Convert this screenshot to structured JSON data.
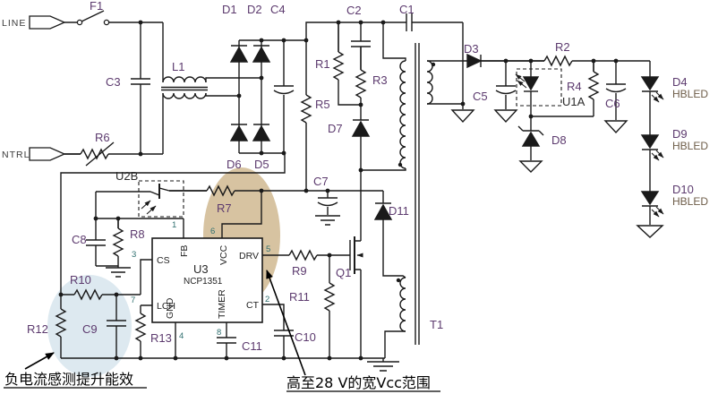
{
  "colors": {
    "wire": "#1a1a1a",
    "component_ref": "#5c3a6e",
    "ic_text": "#1f1f1f",
    "pin_number": "#2f6f6f",
    "io_label": "#3a3a3a",
    "led_text": "#6e5d49",
    "highlight_tan": "#d7c3a1",
    "highlight_blue": "#dde9f0"
  },
  "io": {
    "line": "LINE",
    "neutral": "NTRL"
  },
  "refs": {
    "f1": "F1",
    "c3": "C3",
    "l1": "L1",
    "r6": "R6",
    "d1": "D1",
    "d2": "D2",
    "c4": "C4",
    "d6": "D6",
    "d5": "D5",
    "c1": "C1",
    "c2": "C2",
    "r1": "R1",
    "r5": "R5",
    "r3": "R3",
    "d7": "D7",
    "c7": "C7",
    "u2b": "U2B",
    "c8": "C8",
    "r8": "R8",
    "r7": "R7",
    "r10": "R10",
    "r12": "R12",
    "c9": "C9",
    "r13": "R13",
    "c11": "C11",
    "c10": "C10",
    "r9": "R9",
    "r11": "R11",
    "q1": "Q1",
    "d11": "D11",
    "t1": "T1",
    "d3": "D3",
    "c5": "C5",
    "u1a": "U1A",
    "d8": "D8",
    "r2": "R2",
    "r4": "R4",
    "c6": "C6",
    "d4": "D4",
    "d9": "D9",
    "d10": "D10"
  },
  "led_label": "HBLED",
  "ic": {
    "ref": "U3",
    "part": "NCP1351",
    "pins": {
      "fb": {
        "num": "1",
        "name": "FB"
      },
      "vcc": {
        "num": "6",
        "name": "VCC"
      },
      "drv": {
        "num": "5",
        "name": "DRV"
      },
      "ct": {
        "num": "2",
        "name": "CT"
      },
      "cs": {
        "num": "3",
        "name": "CS"
      },
      "lch": {
        "num": "7",
        "name": "LCH"
      },
      "gnd": {
        "num": "4",
        "name": "GND"
      },
      "timer": {
        "num": "8",
        "name": "TIMER"
      }
    }
  },
  "annotations": {
    "current_sense": "负电流感测提升能效",
    "vcc_range": "高至28 V的宽Vcc范围"
  }
}
